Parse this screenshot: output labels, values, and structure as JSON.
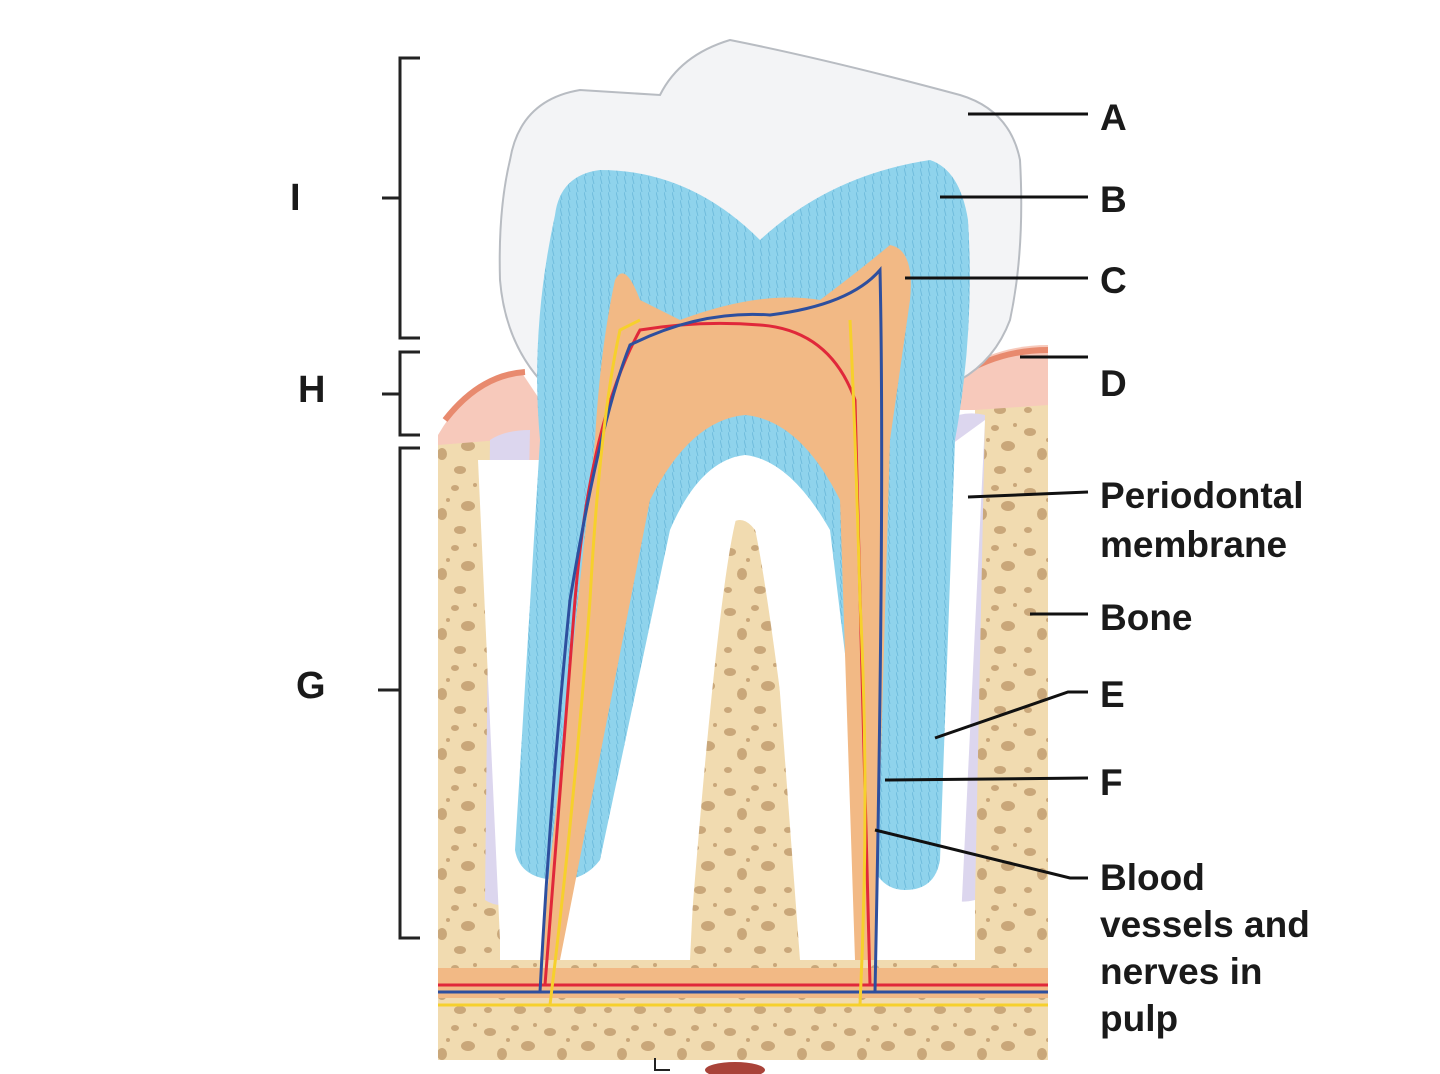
{
  "colors": {
    "enamel": "#f3f4f6",
    "dentin": "#8fd3ec",
    "pulp": "#f2b985",
    "bone": "#f1dbb0",
    "bone_pores": "#c9a77a",
    "gum": "#f7c9bb",
    "periodontal": "#dcd6ee",
    "artery": "#e0283a",
    "vein": "#2e4f9e",
    "nerve": "#f6d02c"
  },
  "labels": {
    "A": "A",
    "B": "B",
    "C": "C",
    "D": "D",
    "periodontal_1": "Periodontal",
    "periodontal_2": "membrane",
    "bone": "Bone",
    "E": "E",
    "F": "F",
    "blood_1": "Blood",
    "blood_2": "vessels and",
    "blood_3": "nerves in",
    "blood_4": "pulp"
  },
  "brackets": {
    "I": "I",
    "H": "H",
    "G": "G"
  }
}
